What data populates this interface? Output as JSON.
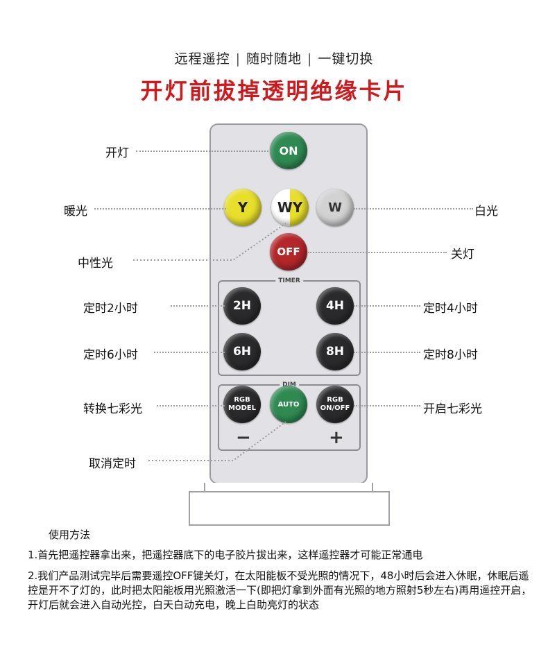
{
  "header": {
    "tagline_parts": [
      "远程遥控",
      "随时随地",
      "一键切换"
    ],
    "separator": "|",
    "headline": "开灯前拔掉透明绝缘卡片"
  },
  "remote": {
    "buttons": {
      "on": "ON",
      "y": "Y",
      "wy": "WY",
      "w": "W",
      "off": "OFF",
      "h2": "2H",
      "h4": "4H",
      "h6": "6H",
      "h8": "8H",
      "rgb_model_1": "RGB",
      "rgb_model_2": "MODEL",
      "auto": "AUTO",
      "rgb_onoff_1": "RGB",
      "rgb_onoff_2": "ON/OFF"
    },
    "group_timer": "TIMER",
    "group_dim": "DIM",
    "minus": "−",
    "plus": "+"
  },
  "labels": {
    "on": "开灯",
    "warm": "暖光",
    "white": "白光",
    "neutral": "中性光",
    "off": "关灯",
    "timer2": "定时2小时",
    "timer4": "定时4小时",
    "timer6": "定时6小时",
    "timer8": "定时8小时",
    "rgb_switch": "转换七彩光",
    "rgb_on": "开启七彩光",
    "cancel_timer": "取消定时"
  },
  "usage": {
    "title": "使用方法",
    "step1": "1.首先把遥控器拿出来，把遥控器底下的电子胶片拔出来，这样遥控器才可能正常通电",
    "step2": "2.我们产品测试完毕后需要遥控OFF键关灯，在太阳能板不受光照的情况下，48小时后会进入休眠，休眠后遥控是开不了灯的，此时把太阳能板用光照激活一下(即把灯拿到外面有光照的地方照射5秒左右)再用遥控开启，开灯后就会进入自动光控，白天白动充电，晚上白助亮灯的状态"
  },
  "colors": {
    "headline": "#d0191c",
    "on_button": "#2f8a52",
    "off_button": "#b3262a",
    "warm_button": "#e8df2a",
    "timer_button": "#2a2a2c",
    "remote_body": "#e1e1e6"
  }
}
